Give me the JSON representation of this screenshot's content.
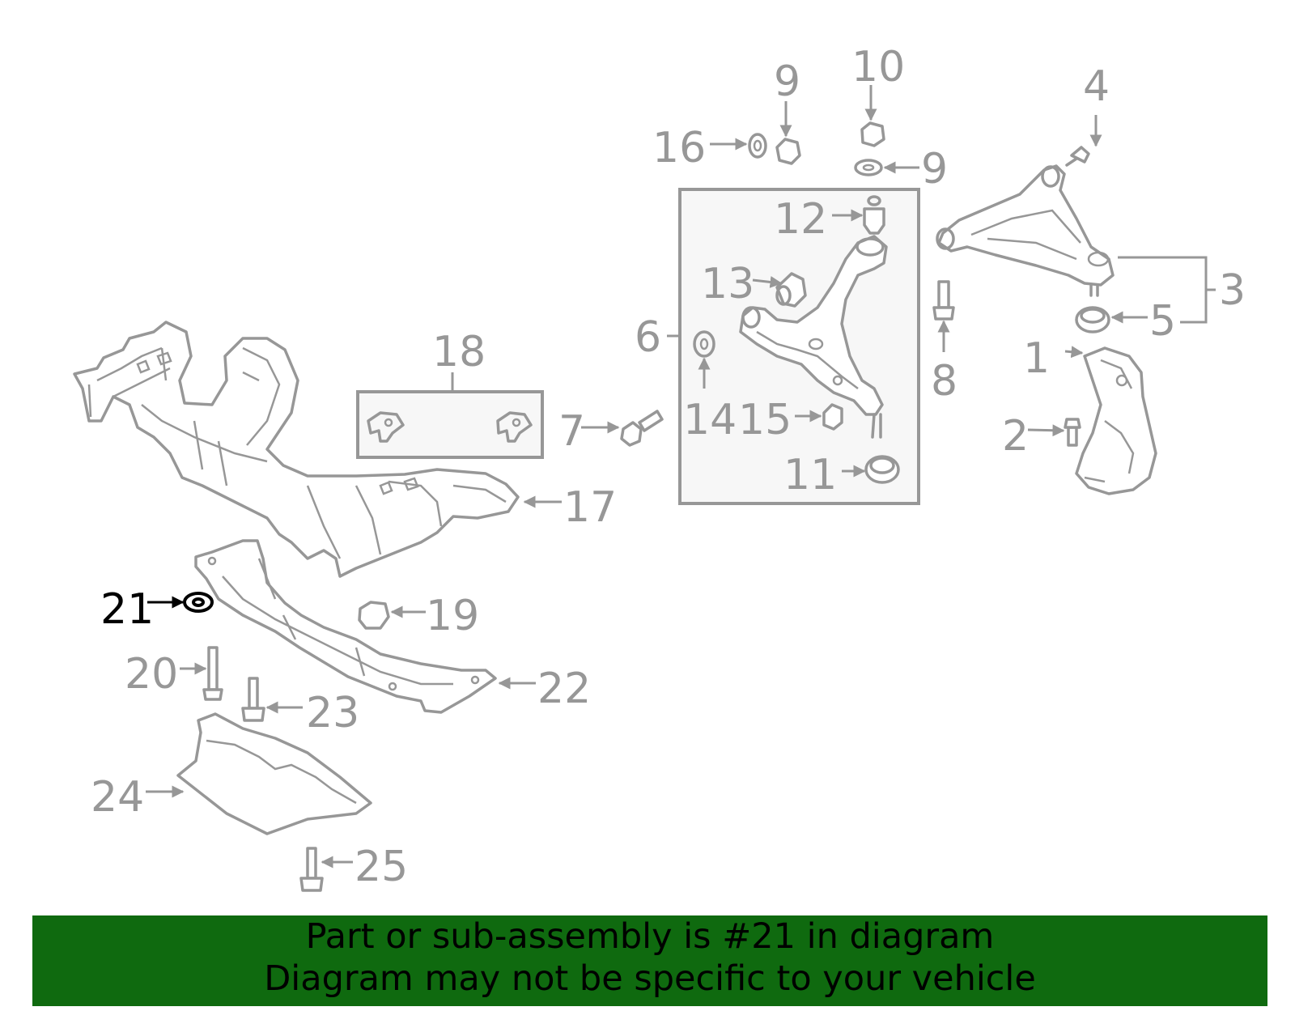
{
  "callouts": {
    "c1": "1",
    "c2": "2",
    "c3": "3",
    "c4": "4",
    "c5": "5",
    "c6": "6",
    "c7": "7",
    "c8": "8",
    "c9a": "9",
    "c9b": "9",
    "c10": "10",
    "c11": "11",
    "c12": "12",
    "c13": "13",
    "c14": "14",
    "c15": "15",
    "c16": "16",
    "c17": "17",
    "c18": "18",
    "c19": "19",
    "c20": "20",
    "c21": "21",
    "c22": "22",
    "c23": "23",
    "c24": "24",
    "c25": "25"
  },
  "highlighted_part": "21",
  "banner": {
    "line1": "Part or sub-assembly is #21 in diagram",
    "line2": "Diagram may not be specific to your vehicle"
  },
  "colors": {
    "outline": "#979797",
    "highlight": "#000000",
    "banner_bg": "#0f6a0f",
    "box_fill": "#f7f7f7"
  }
}
